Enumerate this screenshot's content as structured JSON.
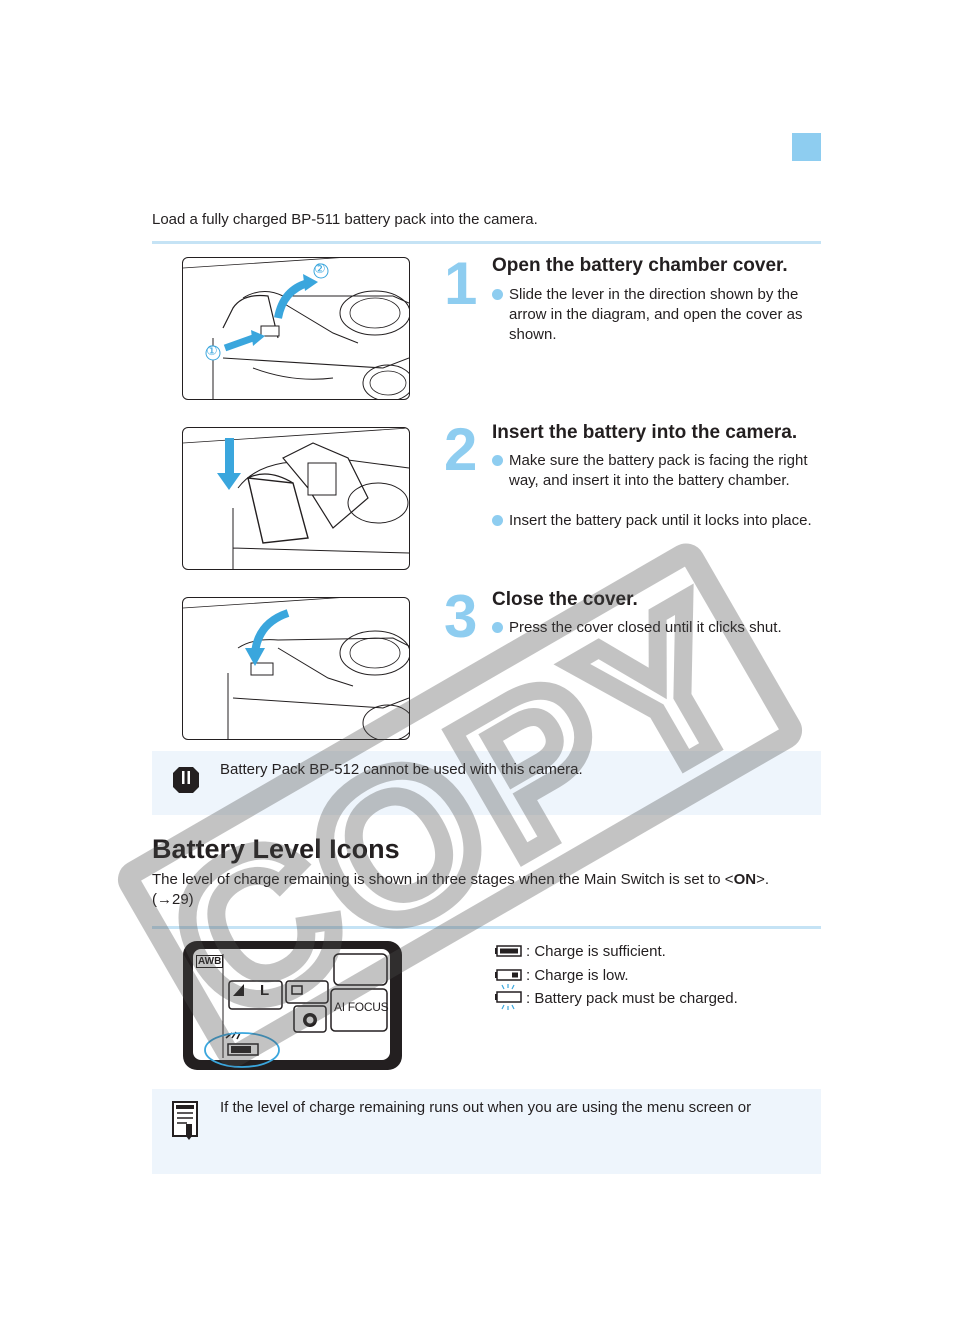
{
  "intro": "Load a fully charged BP-511 battery pack into the camera.",
  "steps": [
    {
      "number": "1",
      "title": "Open the battery chamber cover.",
      "bullets": [
        "Slide the lever in the direction shown by the arrow in the diagram, and open the cover as shown."
      ]
    },
    {
      "number": "2",
      "title": "Insert the battery into the camera.",
      "bullets": [
        "Make sure the battery pack is facing the right way, and insert it into the battery chamber.",
        "Insert the battery pack until it locks into place."
      ]
    },
    {
      "number": "3",
      "title": "Close the cover.",
      "bullets": [
        "Press the cover closed until it clicks shut."
      ]
    }
  ],
  "illustration_marks": {
    "circle_one": "①",
    "circle_two": "②"
  },
  "caution_note": "Battery Pack BP-512 cannot be used with this camera.",
  "section": {
    "title": "Battery Level Icons",
    "desc_before": "The level of charge remaining is shown in three stages when the Main Switch is set to <",
    "desc_bold": "ON",
    "desc_after": ">.",
    "desc_ref": "(→29)"
  },
  "lcd": {
    "awb": "AWB",
    "quality": "L",
    "af_mode": "AI FOCUS"
  },
  "battery_levels": [
    {
      "label": ": Charge is sufficient.",
      "icon": "battery-full-icon"
    },
    {
      "label": ": Charge is low.",
      "icon": "battery-low-icon"
    },
    {
      "label": ": Battery pack must be charged.",
      "icon": "battery-empty-blinking-icon"
    }
  ],
  "memo_note": "If the level of charge remaining runs out when you are using the menu screen or",
  "watermark": "COPY",
  "colors": {
    "accent": "#8ecdf0",
    "note_bg": "#eef5fc",
    "text": "#231f20",
    "arrow": "#3aa6dd"
  }
}
